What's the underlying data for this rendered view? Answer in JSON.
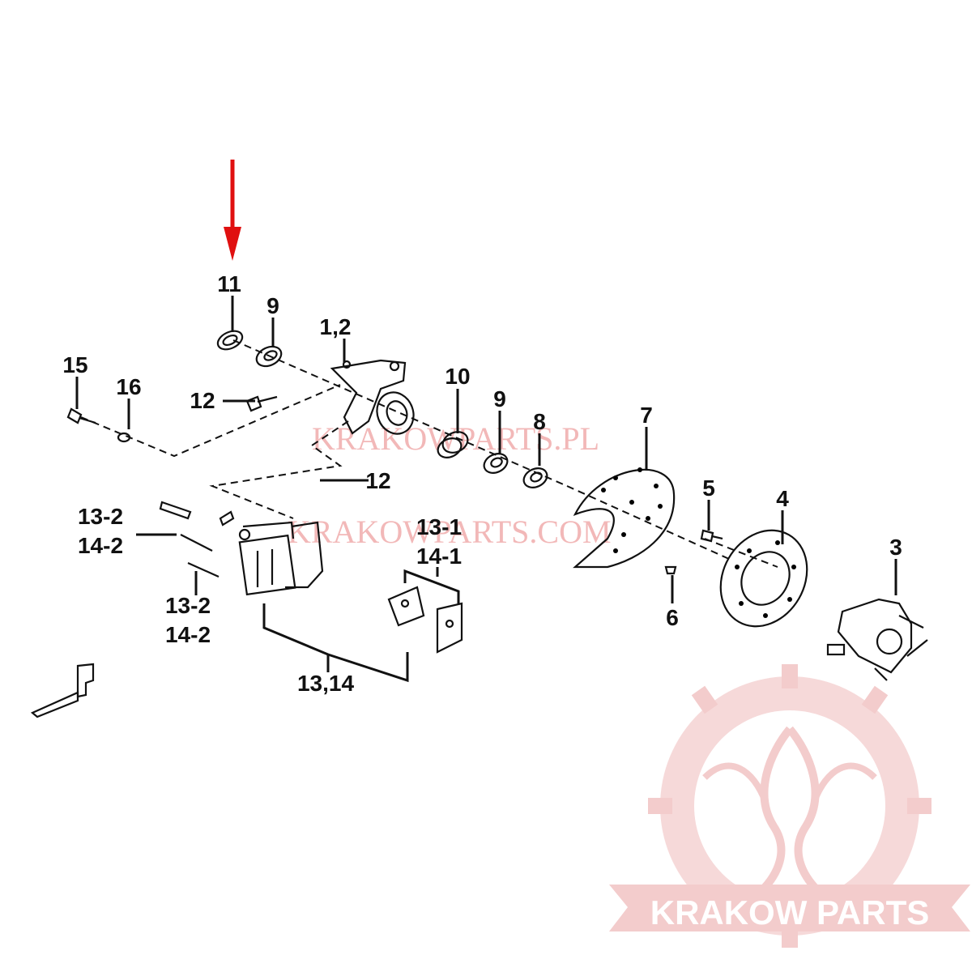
{
  "callouts": {
    "c11": "11",
    "c9a": "9",
    "c12": "1,2",
    "c15": "15",
    "c16": "16",
    "c12a": "12",
    "c10": "10",
    "c9b": "9",
    "c8": "8",
    "c7": "7",
    "c12b": "12",
    "c5": "5",
    "c4": "4",
    "c3": "3",
    "c13_2a": "13-2",
    "c14_2a": "14-2",
    "c13_1": "13-1",
    "c14_1": "14-1",
    "c13_2b": "13-2",
    "c14_2b": "14-2",
    "c6": "6",
    "c1314": "13,14"
  },
  "watermarks": {
    "pl": "KRAKOWPARTS.PL",
    "com": "KRAKOWPARTS.COM"
  },
  "logo": {
    "text": "KRAKOW PARTS"
  },
  "colors": {
    "indicator_arrow": "#e01010",
    "watermark": "#f2b8b8",
    "logo": "#f3cccc",
    "line": "#111111"
  }
}
